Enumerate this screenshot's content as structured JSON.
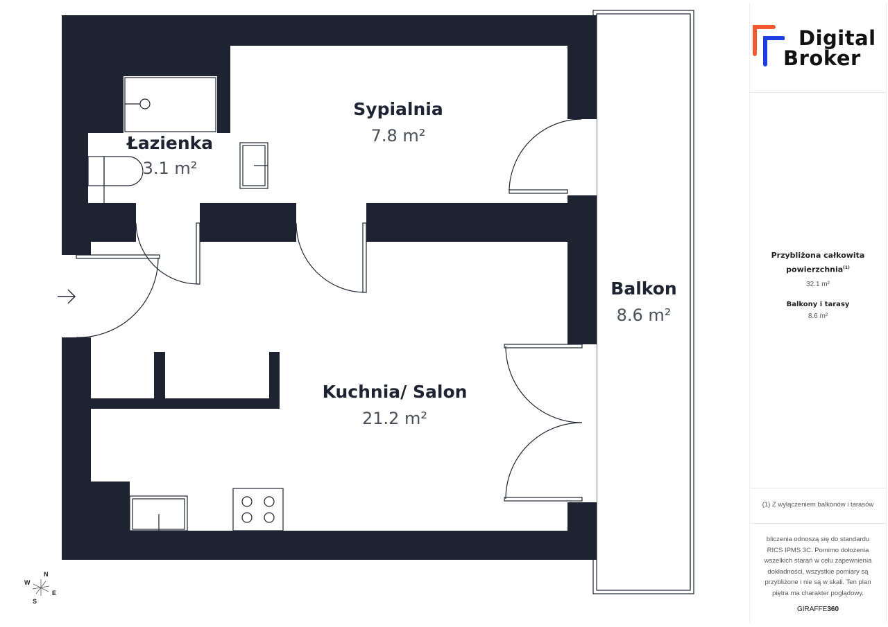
{
  "rooms": {
    "bedroom": {
      "name": "Sypialnia",
      "area": "7.8 m²"
    },
    "bathroom": {
      "name": "Łazienka",
      "area": "3.1 m²"
    },
    "balcony": {
      "name": "Balkon",
      "area": "8.6 m²"
    },
    "living": {
      "name": "Kuchnia/ Salon",
      "area": "21.2 m²"
    }
  },
  "compass": {
    "n": "N",
    "s": "S",
    "e": "E",
    "w": "W"
  },
  "panel": {
    "logo_line1": "Digital",
    "logo_line2": "Broker",
    "total_label": "Przybliżona całkowita powierzchnia",
    "total_sup": "(1)",
    "total_value": "32.1 m²",
    "balcony_label": "Balkony i tarasy",
    "balcony_value": "8.6 m²",
    "footnote": "(1) Z wyłączeniem balkonów i tarasów",
    "disclaimer": "bliczenia odnoszą się do standardu RICS IPMS 3C. Pomimo dołożenia wszelkich starań w celu zapewnienia dokładności, wszystkie pomiary są przybliżone i nie są w skali. Ten plan piętra ma charakter poglądowy.",
    "brand_light": "GIRAFFE",
    "brand_bold": "360"
  },
  "colors": {
    "wall": "#1d2330",
    "logo_orange": "#f4592f",
    "logo_blue": "#1f3fe0"
  }
}
